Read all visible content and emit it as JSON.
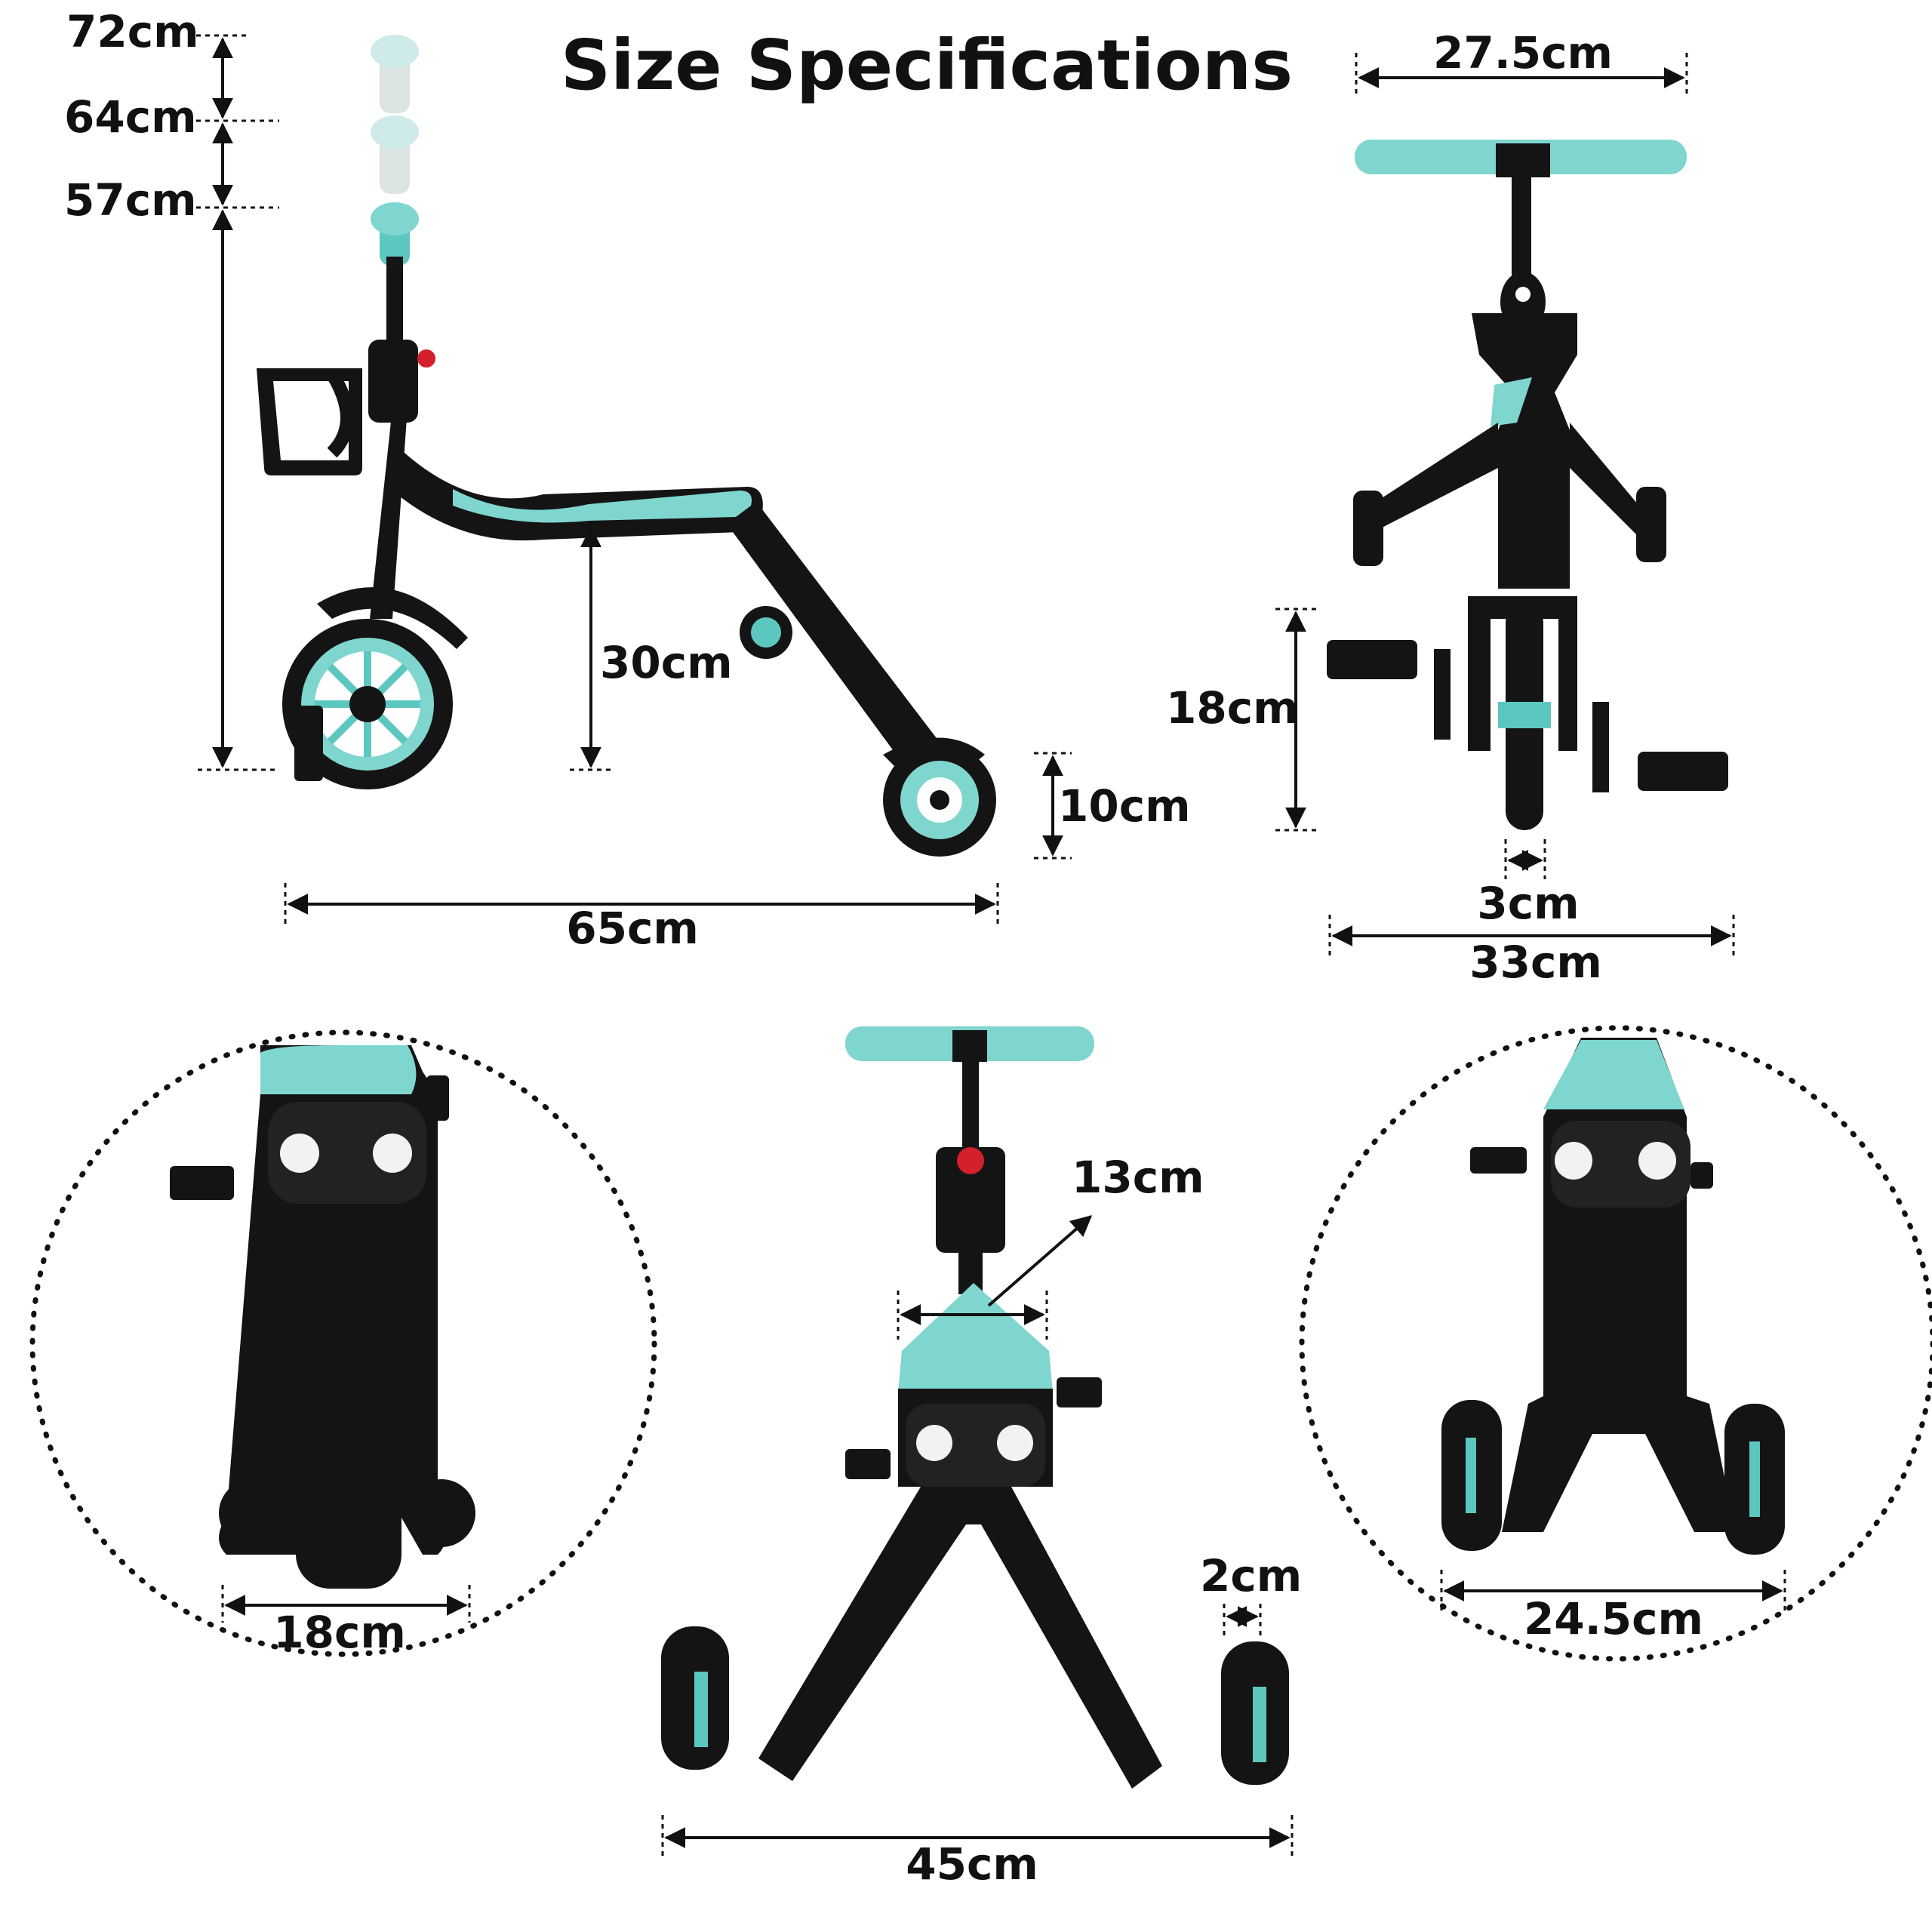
{
  "title": "Size Specifications",
  "colors": {
    "frame": "#141414",
    "accent": "#7fd6cf",
    "accent_dark": "#5cc7bf",
    "knob": "#d4202a",
    "text": "#111111"
  },
  "side_view": {
    "height_top": "72cm",
    "height_mid": "64cm",
    "height_low": "57cm",
    "seat_height": "30cm",
    "rear_wheel": "10cm",
    "length": "65cm"
  },
  "front_view": {
    "handlebar_width": "27.5cm",
    "pedal_height": "18cm",
    "tire_width": "3cm",
    "overall_width": "33cm"
  },
  "folded_left": {
    "width": "18cm"
  },
  "scooter_view": {
    "seat_width": "13cm",
    "wheel_width": "2cm",
    "wheelbase": "45cm"
  },
  "folded_right": {
    "width": "24.5cm"
  }
}
